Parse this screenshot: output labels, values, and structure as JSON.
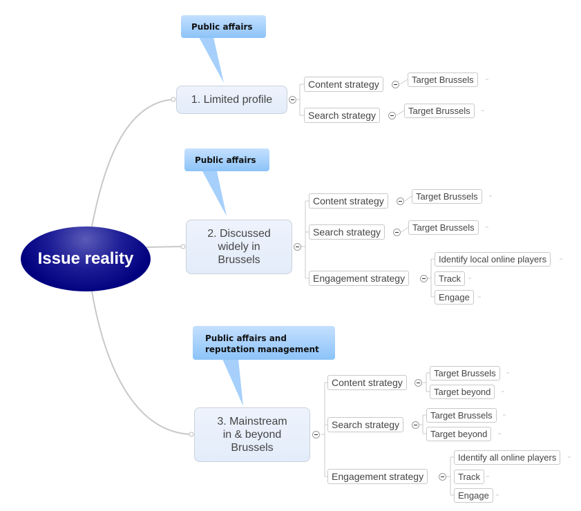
{
  "root": {
    "label": "Issue reality"
  },
  "topics": [
    {
      "label": "1. Limited profile",
      "callout": "Public affairs",
      "branches": [
        {
          "label": "Content strategy",
          "children": [
            "Target Brussels"
          ]
        },
        {
          "label": "Search strategy",
          "children": [
            "Target Brussels"
          ]
        }
      ]
    },
    {
      "label": "2. Discussed widely in Brussels",
      "callout": "Public affairs",
      "branches": [
        {
          "label": "Content strategy",
          "children": [
            "Target Brussels"
          ]
        },
        {
          "label": "Search strategy",
          "children": [
            "Target Brussels"
          ]
        },
        {
          "label": "Engagement strategy",
          "children": [
            "Identify local online players",
            "Track",
            "Engage"
          ]
        }
      ]
    },
    {
      "label": "3. Mainstream in & beyond Brussels",
      "callout": "Public affairs and reputation management",
      "branches": [
        {
          "label": "Content strategy",
          "children": [
            "Target Brussels",
            "Target beyond"
          ]
        },
        {
          "label": "Search strategy",
          "children": [
            "Target Brussels",
            "Target beyond"
          ]
        },
        {
          "label": "Engagement strategy",
          "children": [
            "Identify all online players",
            "Track",
            "Engage"
          ]
        }
      ]
    }
  ],
  "colors": {
    "root": "#00007e",
    "callout": "#8cc3f8",
    "topic_bg": "#e8effb"
  }
}
